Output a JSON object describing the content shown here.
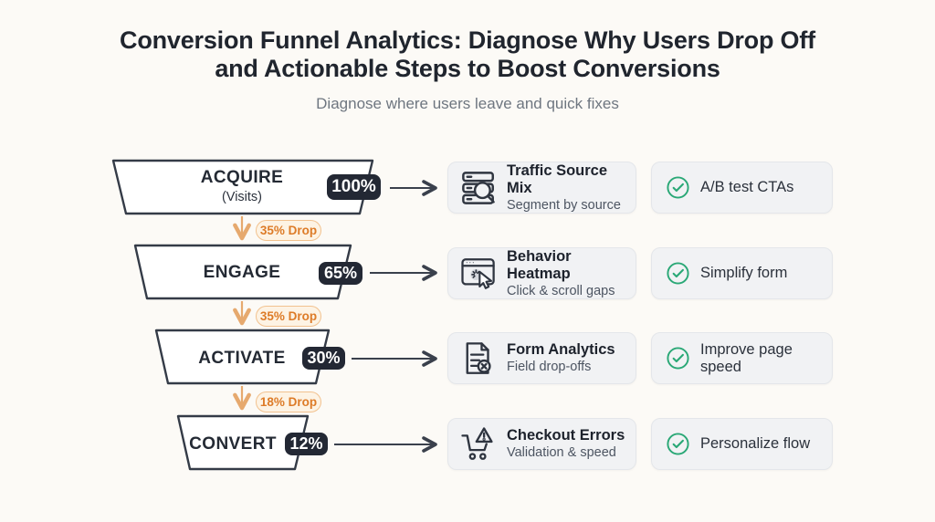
{
  "header": {
    "title_line1": "Conversion Funnel Analytics: Diagnose Why Users Drop Off",
    "title_line2": "and Actionable Steps to Boost Conversions",
    "subtitle": "Diagnose where users leave and quick fixes"
  },
  "funnel": {
    "stages": [
      {
        "label": "ACQUIRE",
        "sublabel": "(Visits)",
        "value": "100%"
      },
      {
        "label": "ENGAGE",
        "value": "65%"
      },
      {
        "label": "ACTIVATE",
        "value": "30%"
      },
      {
        "label": "CONVERT",
        "value": "12%"
      }
    ],
    "drops": [
      "35% Drop",
      "35% Drop",
      "18% Drop"
    ]
  },
  "diagnostics": [
    {
      "icon": "traffic-source-icon",
      "title": "Traffic Source Mix",
      "subtitle": "Segment by source"
    },
    {
      "icon": "heatmap-cursor-icon",
      "title": "Behavior Heatmap",
      "subtitle": "Click & scroll gaps"
    },
    {
      "icon": "form-error-icon",
      "title": "Form Analytics",
      "subtitle": "Field drop-offs"
    },
    {
      "icon": "cart-warning-icon",
      "title": "Checkout Errors",
      "subtitle": "Validation & speed"
    }
  ],
  "actions": [
    {
      "icon": "check-circle-icon",
      "label": "A/B test CTAs"
    },
    {
      "icon": "check-circle-icon",
      "label": "Simplify form"
    },
    {
      "icon": "check-circle-icon",
      "label": "Improve page speed"
    },
    {
      "icon": "check-circle-icon",
      "label": "Personalize flow"
    }
  ],
  "colors": {
    "background": "#fcfaf6",
    "funnel_outline": "#343b47",
    "badge_dark": "#232834",
    "drop_orange": "#dd7b27",
    "drop_pill_bg": "#fdf3e4",
    "drop_pill_border": "#f2c28f",
    "down_arrow_orange": "#e6a96e",
    "card_bg": "#f1f2f4",
    "check_green": "#2aa876"
  }
}
